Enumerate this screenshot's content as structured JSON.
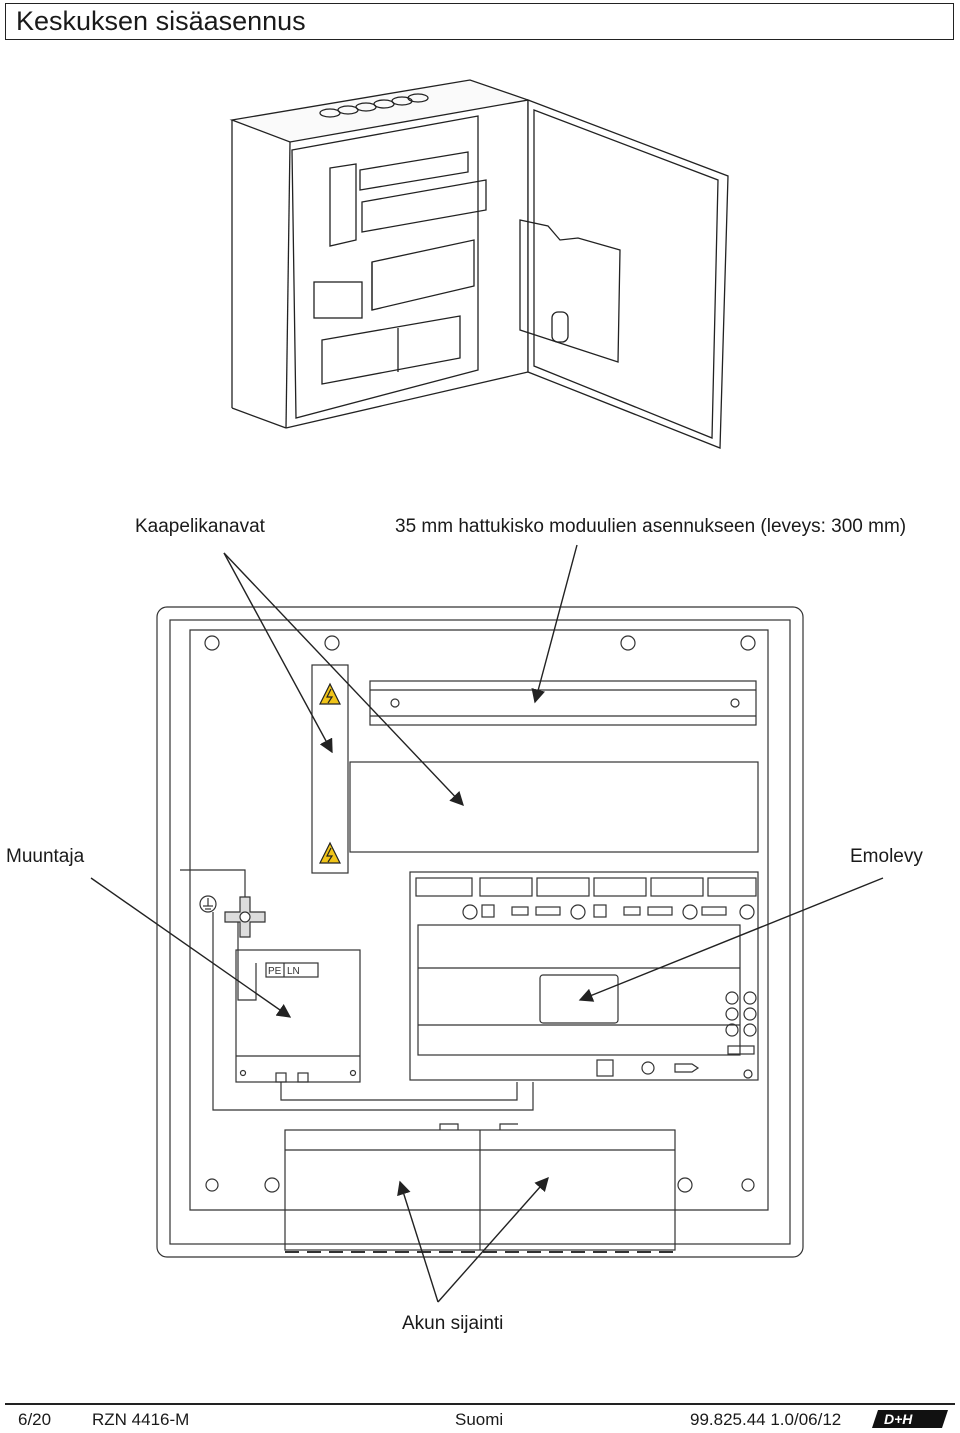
{
  "header": {
    "title": "Keskuksen sisäasennus"
  },
  "labels": {
    "cable_channels": "Kaapelikanavat",
    "din_rail": "35 mm hattukisko moduulien asennukseen (leveys: 300 mm)",
    "transformer": "Muuntaja",
    "motherboard": "Emolevy",
    "battery_location": "Akun sijainti"
  },
  "diagram_text": {
    "pe": "PE",
    "ln": "LN"
  },
  "footer": {
    "page": "6/20",
    "doc_code": "RZN 4416-M",
    "language": "Suomi",
    "version": "99.825.44 1.0/06/12",
    "logo_text": "D+H"
  }
}
